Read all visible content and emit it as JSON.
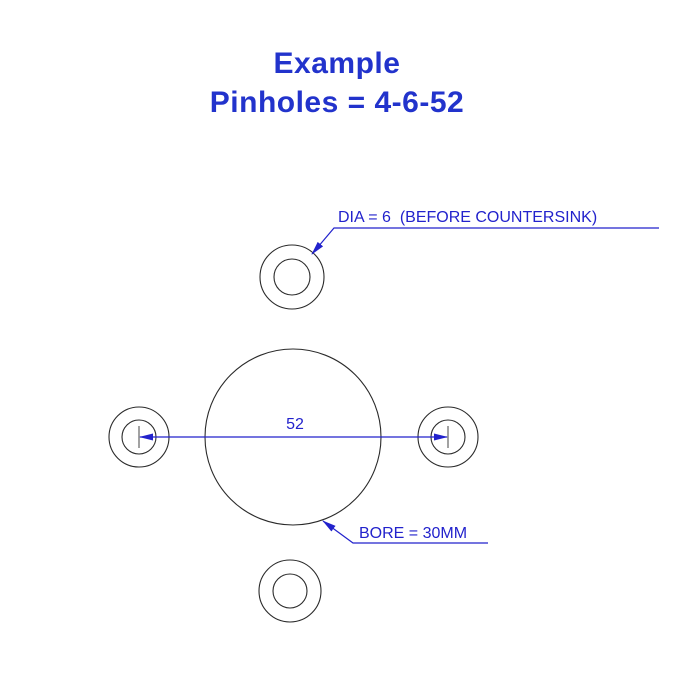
{
  "title": {
    "line1": "Example",
    "line2": "Pinholes = 4-6-52"
  },
  "annotations": {
    "pinhole_dia_label": "DIA = 6  (BEFORE COUNTERSINK)",
    "pcd_dimension_value": "52",
    "bore_label": "BORE = 30MM"
  },
  "colors": {
    "accent_blue": "#2222cc",
    "line_dark": "#2a2a2a",
    "tick_dark": "#444444"
  }
}
